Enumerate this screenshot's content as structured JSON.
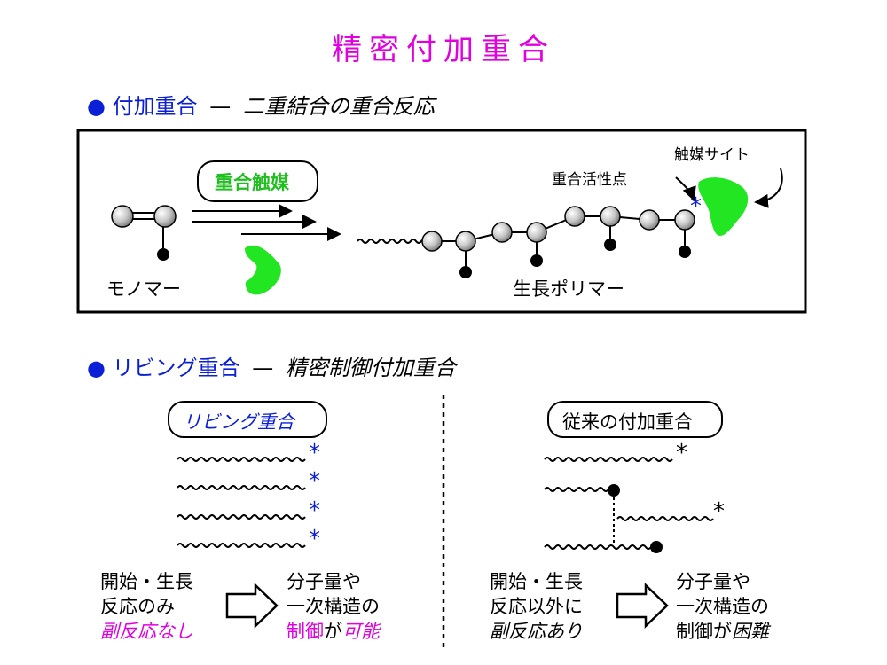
{
  "title": "精密付加重合",
  "section1": {
    "bullet": "●",
    "name": "付加重合",
    "dash": "—",
    "desc": "二重結合の重合反応"
  },
  "panel1": {
    "catalyst_label": "重合触媒",
    "monomer_label": "モノマー",
    "polymer_label": "生長ポリマー",
    "active_site_label": "重合活性点",
    "catalyst_site_label": "触媒サイト",
    "asterisk": "*"
  },
  "section2": {
    "bullet": "●",
    "name": "リビング重合",
    "dash": "—",
    "desc": "精密制御付加重合"
  },
  "living": {
    "box_label": "リビング重合",
    "cond_line1": "開始・生長",
    "cond_line2": "反応のみ",
    "cond_line3": "副反応なし",
    "result_line1": "分子量や",
    "result_line2": "一次構造の",
    "result_line3a": "制御",
    "result_line3b": "が",
    "result_line3c": "可能"
  },
  "conventional": {
    "box_label": "従来の付加重合",
    "cond_line1": "開始・生長",
    "cond_line2": "反応以外に",
    "cond_line3": "副反応あり",
    "result_line1": "分子量や",
    "result_line2": "一次構造の",
    "result_line3a": "制御",
    "result_line3b": "が",
    "result_line3c": "困難"
  },
  "colors": {
    "title": "#e000e0",
    "blue": "#0b1fd6",
    "green": "#22e622",
    "magenta": "#e000e0"
  }
}
